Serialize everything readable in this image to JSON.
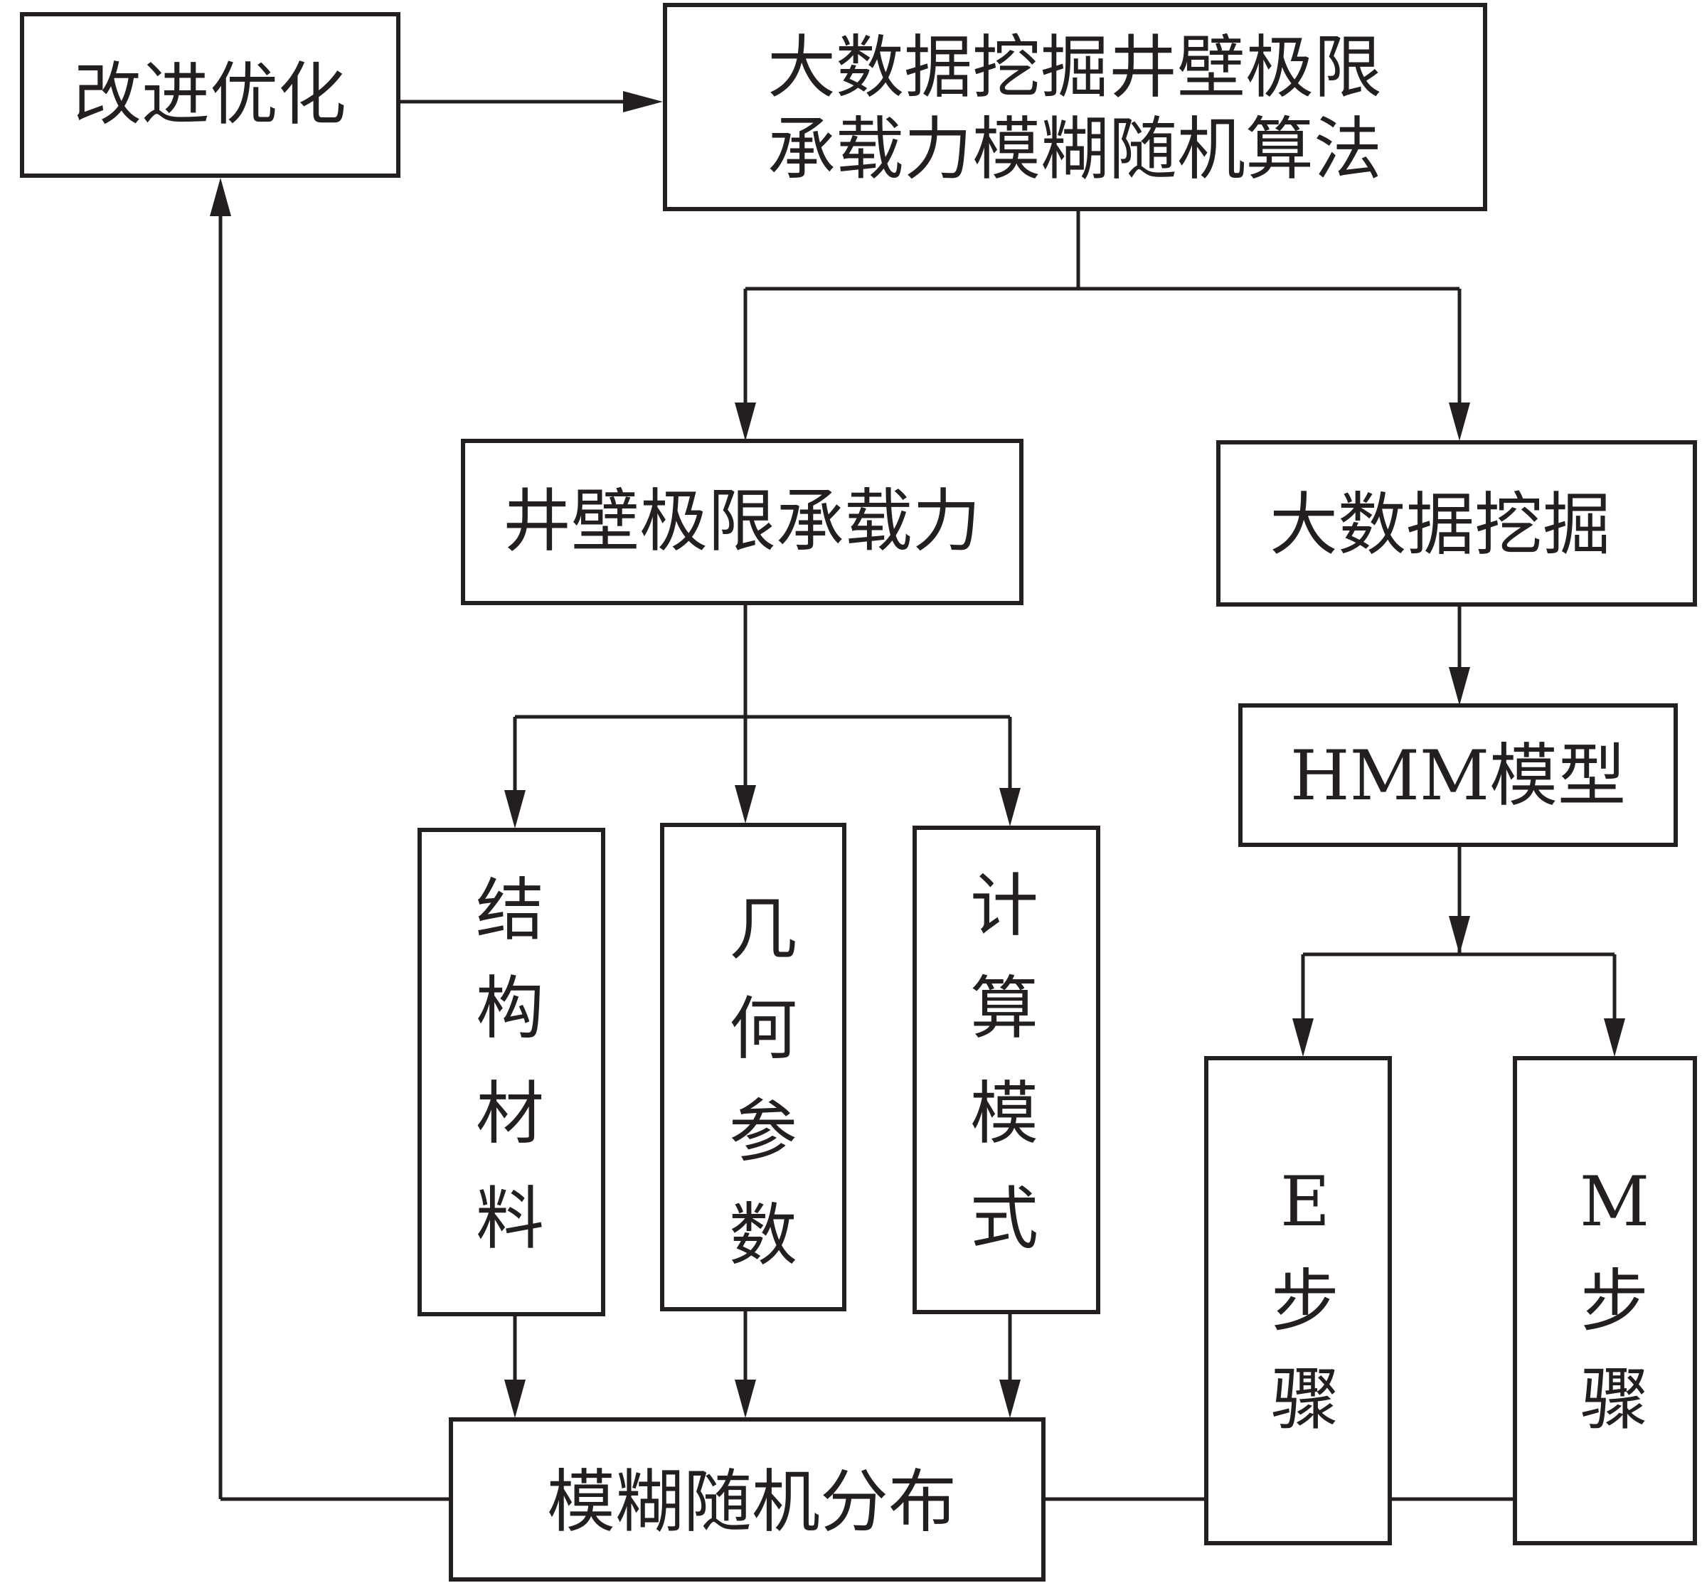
{
  "nodes": {
    "improve": {
      "label": "改进优化"
    },
    "algorithm": {
      "line1": "大数据挖掘井壁极限",
      "line2": "承载力模糊随机算法"
    },
    "capacity": {
      "label": "井壁极限承载力"
    },
    "bigdata": {
      "label": "大数据挖掘"
    },
    "hmm": {
      "label": "HMM模型"
    },
    "material": {
      "chars": [
        "结",
        "构",
        "材",
        "料"
      ]
    },
    "geometry": {
      "chars": [
        "几",
        "何",
        "参",
        "数"
      ]
    },
    "calcmode": {
      "chars": [
        "计",
        "算",
        "模",
        "式"
      ]
    },
    "estep": {
      "chars": [
        "E",
        "步",
        "骤"
      ]
    },
    "mstep": {
      "chars": [
        "M",
        "步",
        "骤"
      ]
    },
    "fuzzy": {
      "label": "模糊随机分布"
    }
  },
  "colors": {
    "stroke": "#231f20",
    "background": "#ffffff"
  }
}
